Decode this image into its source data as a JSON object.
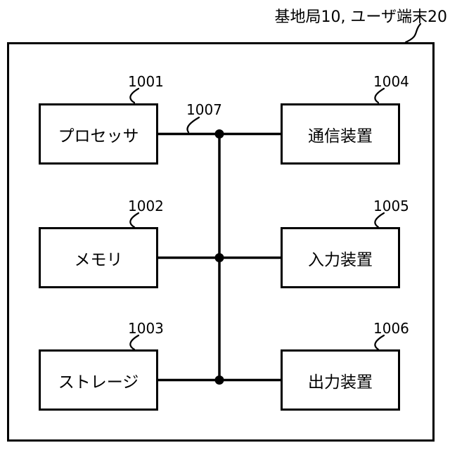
{
  "figure": {
    "title": "基地局10, ユーザ端末20"
  },
  "bus": {
    "ref": "1007"
  },
  "blocks": [
    {
      "ref": "1001",
      "label": "プロセッサ",
      "name": "processor"
    },
    {
      "ref": "1002",
      "label": "メモリ",
      "name": "memory"
    },
    {
      "ref": "1003",
      "label": "ストレージ",
      "name": "storage"
    },
    {
      "ref": "1004",
      "label": "通信装置",
      "name": "communication-device"
    },
    {
      "ref": "1005",
      "label": "入力装置",
      "name": "input-device"
    },
    {
      "ref": "1006",
      "label": "出力装置",
      "name": "output-device"
    }
  ],
  "colors": {
    "line": "#000000",
    "background": "#ffffff",
    "text": "#000000"
  }
}
